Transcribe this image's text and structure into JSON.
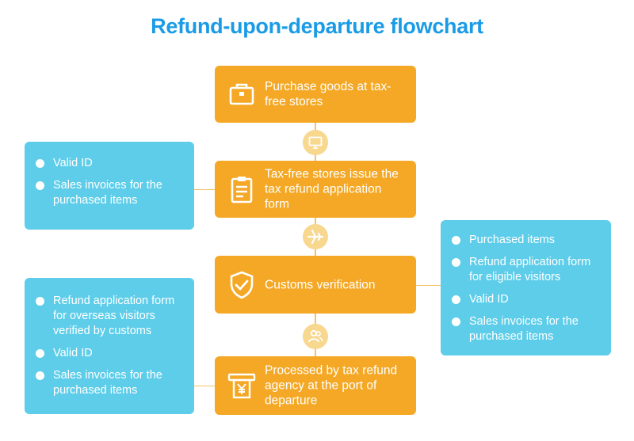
{
  "title": "Refund-upon-departure flowchart",
  "colors": {
    "title": "#1a9be6",
    "step": "#f4a825",
    "info": "#5dcde9",
    "circle": "#f8d78f"
  },
  "steps": [
    {
      "label": "Purchase goods at tax-free stores",
      "icon": "shopping-bag-icon"
    },
    {
      "label": "Tax-free stores issue the tax refund application form",
      "icon": "clipboard-icon"
    },
    {
      "label": "Customs verification",
      "icon": "shield-check-icon"
    },
    {
      "label": "Processed by tax refund agency at the port of departure",
      "icon": "yuan-receipt-icon"
    }
  ],
  "connector_icons": [
    "monitor-icon",
    "airplane-icon",
    "people-icon"
  ],
  "info_boxes": {
    "left_top": [
      "Valid ID",
      "Sales invoices for the purchased items"
    ],
    "right": [
      "Purchased items",
      "Refund application form for eligible visitors",
      "Valid ID",
      "Sales invoices for the purchased items"
    ],
    "left_bottom": [
      "Refund application form for overseas visitors verified by customs",
      "Valid ID",
      "Sales invoices for the purchased items"
    ]
  }
}
